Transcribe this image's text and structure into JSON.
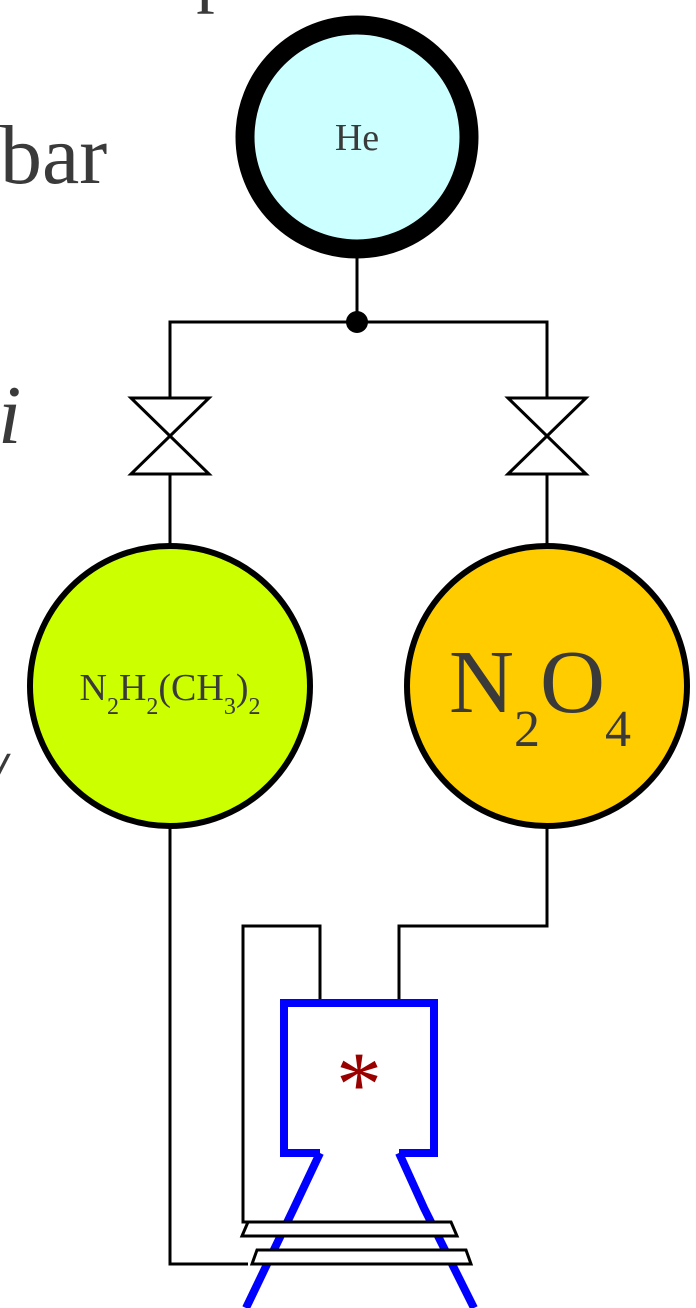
{
  "fragments": {
    "top": "r",
    "bar": "bar",
    "italic_i": "i",
    "side_mark": "/"
  },
  "tanks": {
    "pressurant": {
      "label": "He",
      "fill": "#ccffff"
    },
    "fuel": {
      "label_parts": [
        {
          "text": "N",
          "sub": "2"
        },
        {
          "text": "H",
          "sub": "2"
        },
        {
          "text": "(CH",
          "sub": "3"
        },
        {
          "text": ")",
          "sub": "2"
        }
      ],
      "fill": "#ccff00"
    },
    "oxidizer": {
      "label_parts": [
        {
          "text": "N",
          "sub": "2"
        },
        {
          "text": "O",
          "sub": "4"
        }
      ],
      "fill": "#ffcc00"
    }
  },
  "engine": {
    "combustion_symbol": "*",
    "color": "#0000ff",
    "symbol_color": "#990000"
  }
}
